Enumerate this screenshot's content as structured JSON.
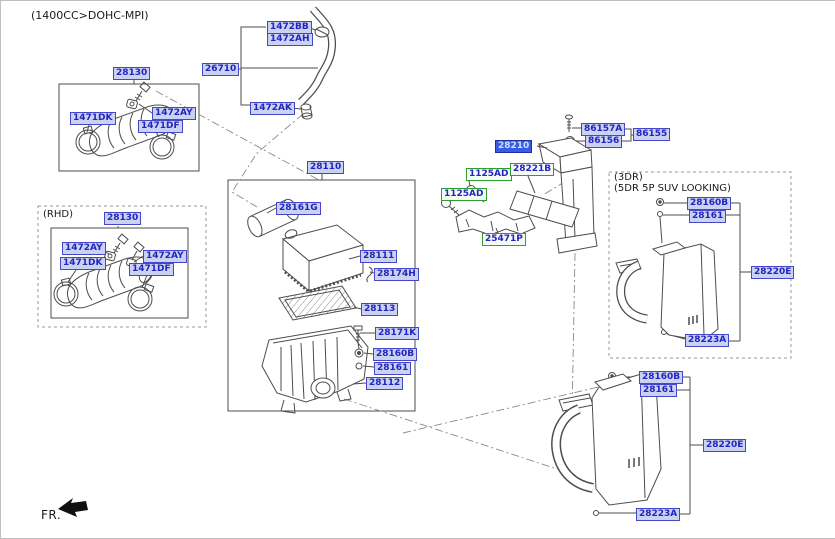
{
  "title": "(1400CC>DOHC-MPI)",
  "direction_indicator": "FR.",
  "highlight": {
    "selected_part": "28210",
    "related_parts": [
      "1125AD",
      "28221B",
      "25471P"
    ]
  },
  "colors": {
    "label_background": "#c9d2f0",
    "label_border": "#4646c8",
    "label_text": "#2424c0",
    "selected_background": "#3d5ae6",
    "selected_text": "#c8e4ff",
    "related_border": "#2e9e2e",
    "line_art": "#4d4d4d"
  },
  "sections": {
    "breather_hose": [
      "1472BB",
      "1472AH",
      "26710",
      "1472AK"
    ],
    "intake_hose_box": [
      "28130",
      "1471DK",
      "1472AY",
      "1471DF"
    ],
    "air_cleaner_box": [
      "28110",
      "28161G",
      "28111",
      "28174H",
      "28113",
      "28171K",
      "28160B",
      "28161",
      "28112"
    ],
    "rhd_box": [
      "(RHD)",
      "28130",
      "1472AY",
      "1471DK",
      "1472AY",
      "1471DF"
    ],
    "duct_and_brackets": [
      "86157A",
      "86155",
      "86156",
      "28210",
      "1125AD",
      "28221B",
      "1125AD",
      "25471P"
    ],
    "resonator_3dr_box": [
      "(3DR)",
      "(5DR 5P SUV LOOKING)",
      "28160B",
      "28161",
      "28220E",
      "28223A"
    ],
    "resonator_main": [
      "28160B",
      "28161",
      "28220E",
      "28223A"
    ]
  },
  "labels": [
    {
      "text": "1472BB",
      "variant": "blue"
    },
    {
      "text": "1472AH",
      "variant": "blue"
    },
    {
      "text": "26710",
      "variant": "blue"
    },
    {
      "text": "28130",
      "variant": "blue"
    },
    {
      "text": "1472AK",
      "variant": "blue"
    },
    {
      "text": "1471DK",
      "variant": "blue"
    },
    {
      "text": "1472AY",
      "variant": "blue"
    },
    {
      "text": "1471DF",
      "variant": "blue"
    },
    {
      "text": "28110",
      "variant": "blue"
    },
    {
      "text": "28161G",
      "variant": "blue"
    },
    {
      "text": "28111",
      "variant": "blue"
    },
    {
      "text": "28174H",
      "variant": "blue"
    },
    {
      "text": "28113",
      "variant": "blue"
    },
    {
      "text": "28171K",
      "variant": "blue"
    },
    {
      "text": "28160B",
      "variant": "blue"
    },
    {
      "text": "28161",
      "variant": "blue"
    },
    {
      "text": "28112",
      "variant": "blue"
    },
    {
      "text": "(RHD)",
      "variant": "plain"
    },
    {
      "text": "28130",
      "variant": "blue"
    },
    {
      "text": "1472AY",
      "variant": "blue"
    },
    {
      "text": "1471DK",
      "variant": "blue"
    },
    {
      "text": "1472AY",
      "variant": "blue"
    },
    {
      "text": "1471DF",
      "variant": "blue"
    },
    {
      "text": "86157A",
      "variant": "blue"
    },
    {
      "text": "86155",
      "variant": "blue"
    },
    {
      "text": "86156",
      "variant": "blue"
    },
    {
      "text": "28210",
      "variant": "selected"
    },
    {
      "text": "1125AD",
      "variant": "green"
    },
    {
      "text": "28221B",
      "variant": "green"
    },
    {
      "text": "1125AD",
      "variant": "green"
    },
    {
      "text": "25471P",
      "variant": "green"
    },
    {
      "text": "(3DR)",
      "variant": "plain"
    },
    {
      "text": "(5DR 5P SUV LOOKING)",
      "variant": "plain"
    },
    {
      "text": "28160B",
      "variant": "blue"
    },
    {
      "text": "28161",
      "variant": "blue"
    },
    {
      "text": "28220E",
      "variant": "blue"
    },
    {
      "text": "28223A",
      "variant": "blue"
    },
    {
      "text": "28160B",
      "variant": "blue"
    },
    {
      "text": "28161",
      "variant": "blue"
    },
    {
      "text": "28220E",
      "variant": "blue"
    },
    {
      "text": "28223A",
      "variant": "blue"
    }
  ]
}
